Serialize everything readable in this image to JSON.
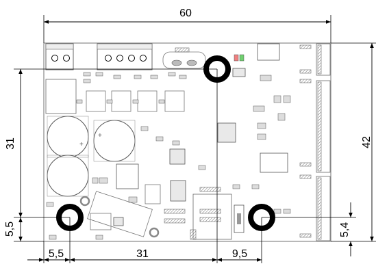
{
  "dimensions": {
    "width_top": "60",
    "height_right": "42",
    "height_left": "31",
    "hole_offset_left_vertical": "5,5",
    "hole_offset_right_vertical": "5,4",
    "bottom_left": "5,5",
    "bottom_middle": "31",
    "bottom_right": "9,5"
  },
  "colors": {
    "board_outline": "#888888",
    "component": "#555555",
    "hole_ring": "#000000",
    "led_red": "#f08080",
    "led_green": "#70d070"
  }
}
